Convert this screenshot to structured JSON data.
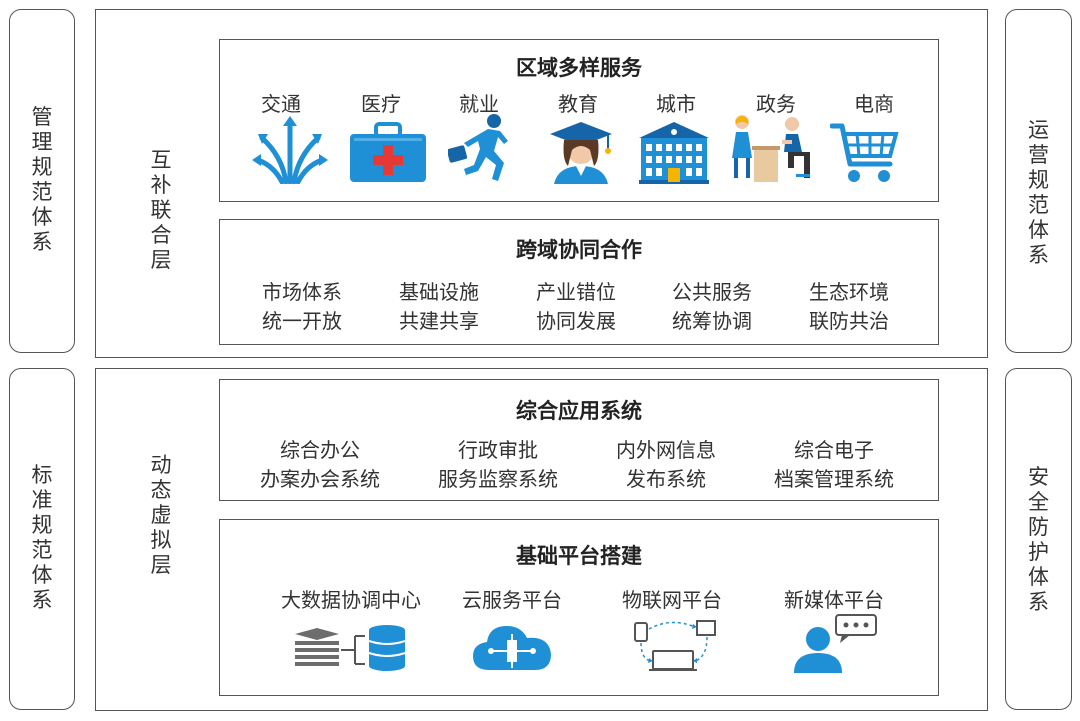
{
  "left_pills": [
    {
      "chars": [
        "管",
        "理",
        "规",
        "范",
        "体",
        "系"
      ]
    },
    {
      "chars": [
        "标",
        "准",
        "规",
        "范",
        "体",
        "系"
      ]
    }
  ],
  "right_pills": [
    {
      "chars": [
        "运",
        "营",
        "规",
        "范",
        "体",
        "系"
      ]
    },
    {
      "chars": [
        "安",
        "全",
        "防",
        "护",
        "体",
        "系"
      ]
    }
  ],
  "layers": [
    {
      "label_chars": [
        "互",
        "补",
        "联",
        "合",
        "层"
      ]
    },
    {
      "label_chars": [
        "动",
        "态",
        "虚",
        "拟",
        "层"
      ]
    }
  ],
  "regional_services": {
    "title": "区域多样服务",
    "items": [
      {
        "label": "交通",
        "icon": "road-arrows-icon"
      },
      {
        "label": "医疗",
        "icon": "medical-kit-icon"
      },
      {
        "label": "就业",
        "icon": "running-businessman-icon"
      },
      {
        "label": "教育",
        "icon": "graduate-icon"
      },
      {
        "label": "城市",
        "icon": "city-building-icon"
      },
      {
        "label": "政务",
        "icon": "service-desk-icon"
      },
      {
        "label": "电商",
        "icon": "shopping-cart-icon"
      }
    ]
  },
  "cross_domain": {
    "title": "跨域协同合作",
    "items": [
      {
        "line1": "市场体系",
        "line2": "统一开放"
      },
      {
        "line1": "基础设施",
        "line2": "共建共享"
      },
      {
        "line1": "产业错位",
        "line2": "协同发展"
      },
      {
        "line1": "公共服务",
        "line2": "统筹协调"
      },
      {
        "line1": "生态环境",
        "line2": "联防共治"
      }
    ]
  },
  "integrated_apps": {
    "title": "综合应用系统",
    "items": [
      {
        "line1": "综合办公",
        "line2": "办案办会系统"
      },
      {
        "line1": "行政审批",
        "line2": "服务监察系统"
      },
      {
        "line1": "内外网信息",
        "line2": "发布系统"
      },
      {
        "line1": "综合电子",
        "line2": "档案管理系统"
      }
    ]
  },
  "infrastructure": {
    "title": "基础平台搭建",
    "items": [
      {
        "label": "大数据协调中心",
        "icon": "big-data-icon"
      },
      {
        "label": "云服务平台",
        "icon": "cloud-icon"
      },
      {
        "label": "物联网平台",
        "icon": "iot-network-icon"
      },
      {
        "label": "新媒体平台",
        "icon": "new-media-user-icon"
      }
    ]
  },
  "colors": {
    "accent_blue": "#1f8fd6",
    "dark_blue": "#1565a8",
    "red_cross": "#e53935"
  }
}
